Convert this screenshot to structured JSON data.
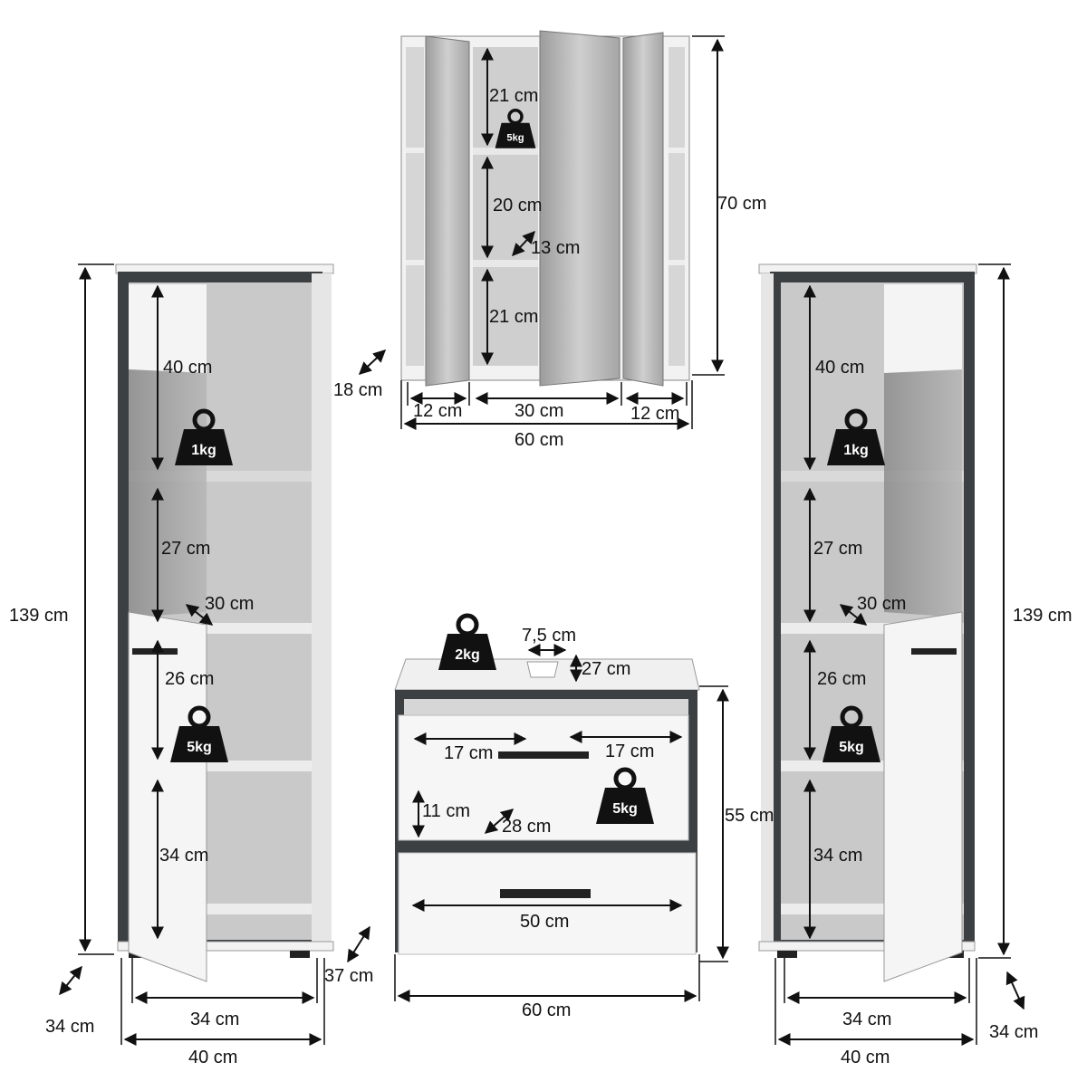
{
  "colors": {
    "cabinet_white": "#f2f2f2",
    "frame_dark": "#3d4043",
    "interior_gray": "#c9c9c9",
    "mirror_gray": "#b3b3b3",
    "glass_gray": "#9a9a9a",
    "ink": "#111111"
  },
  "mirror_cabinet": {
    "shelf_top_label": "21 cm",
    "shelf_mid_label": "20 cm",
    "shelf_bottom_label": "21 cm",
    "depth_inner_label": "13 cm",
    "height_label": "70 cm",
    "depth_label": "18 cm",
    "side_left_label": "12 cm",
    "center_label": "30 cm",
    "side_right_label": "12 cm",
    "width_label": "60 cm",
    "weight_label": "5kg"
  },
  "left_tall_cabinet": {
    "top_shelf_label": "40 cm",
    "mid_shelf_label": "27 cm",
    "depth_inner_label": "30 cm",
    "lower_shelf_label": "26 cm",
    "bottom_shelf_label": "34 cm",
    "height_label": "139 cm",
    "depth_label": "34 cm",
    "inner_width_label": "34 cm",
    "width_label": "40 cm",
    "weight_top_label": "1kg",
    "weight_lower_label": "5kg"
  },
  "right_tall_cabinet": {
    "top_shelf_label": "40 cm",
    "mid_shelf_label": "27 cm",
    "depth_inner_label": "30 cm",
    "lower_shelf_label": "26 cm",
    "bottom_shelf_label": "34 cm",
    "height_label": "139 cm",
    "depth_label": "34 cm",
    "inner_width_label": "34 cm",
    "width_label": "40 cm",
    "weight_top_label": "1kg",
    "weight_lower_label": "5kg"
  },
  "vanity_unit": {
    "weight_top_label": "2kg",
    "cutout_width_label": "7,5 cm",
    "cutout_depth_label": "27 cm",
    "drawer_left_label": "17 cm",
    "drawer_right_label": "17 cm",
    "drawer_height_label": "11 cm",
    "drawer_depth_label": "28 cm",
    "weight_drawer_label": "5kg",
    "height_label": "55 cm",
    "lower_drawer_label": "50 cm",
    "depth_label": "37 cm",
    "width_label": "60 cm"
  }
}
